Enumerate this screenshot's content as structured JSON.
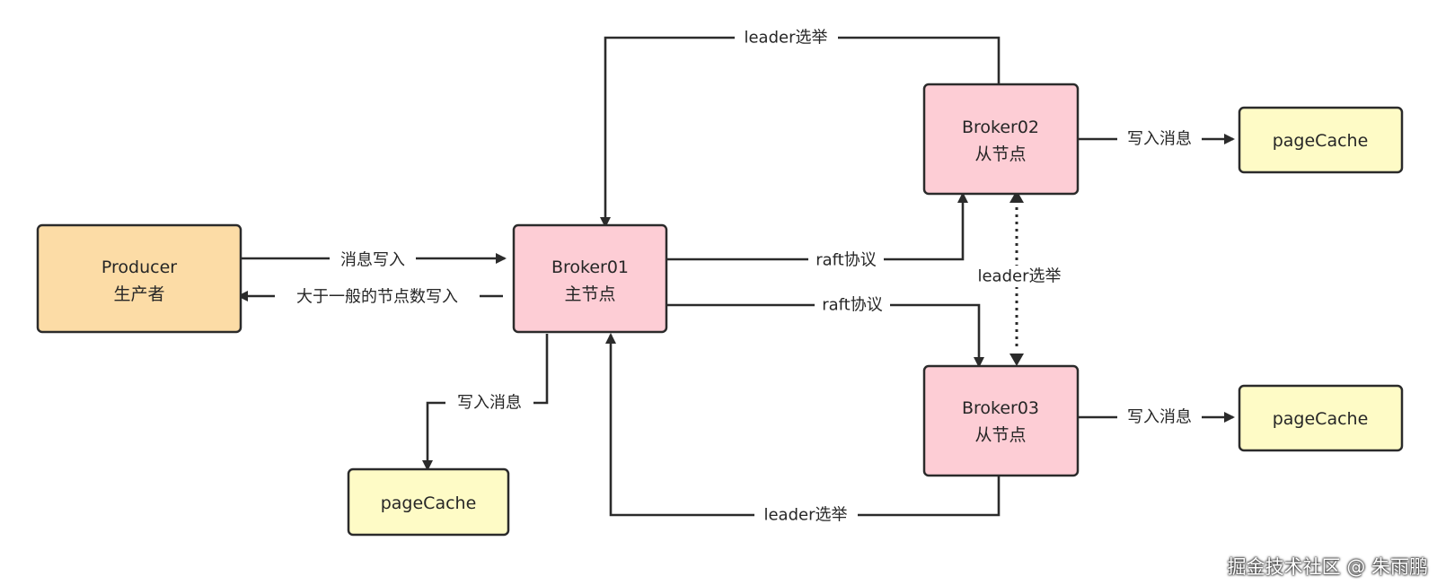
{
  "nodes": {
    "producer": {
      "line1": "Producer",
      "line2": "生产者",
      "fill": "#fcdca6"
    },
    "broker01": {
      "line1": "Broker01",
      "line2": "主节点",
      "fill": "#fdcdd5"
    },
    "broker02": {
      "line1": "Broker02",
      "line2": "从节点",
      "fill": "#fdcdd5"
    },
    "broker03": {
      "line1": "Broker03",
      "line2": "从节点",
      "fill": "#fdcdd5"
    },
    "cache_main": {
      "label": "pageCache",
      "fill": "#fefbc6"
    },
    "cache_b02": {
      "label": "pageCache",
      "fill": "#fefbc6"
    },
    "cache_b03": {
      "label": "pageCache",
      "fill": "#fefbc6"
    }
  },
  "edges": {
    "producer_to_b01": "消息写入",
    "b01_to_producer": "大于一般的节点数写入",
    "b01_to_cache": "写入消息",
    "b01_to_b02": "raft协议",
    "b01_to_b03": "raft协议",
    "b02_to_b01_election": "leader选举",
    "b03_to_b01_election": "leader选举",
    "b02_b03_election": "leader选举",
    "b02_to_cache": "写入消息",
    "b03_to_cache": "写入消息"
  },
  "watermark": "掘金技术社区 @ 朱雨鹏"
}
